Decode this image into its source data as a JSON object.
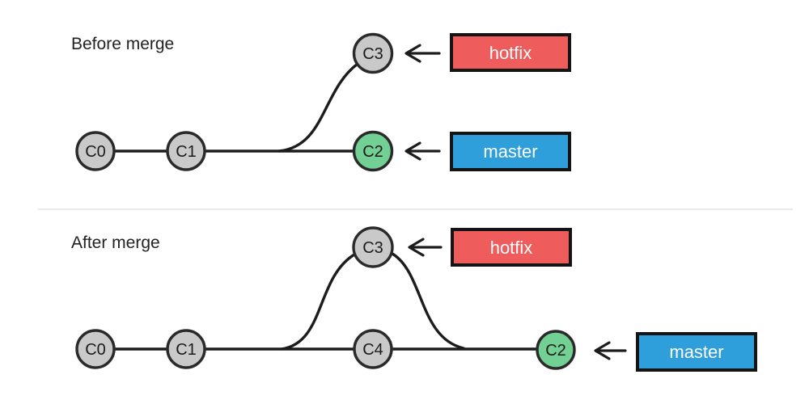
{
  "colors": {
    "commit_gray": "#c9c9c9",
    "commit_green": "#72d094",
    "hotfix_red": "#ee5c5c",
    "master_blue": "#2e9fdb",
    "branch_text": "#ffffff"
  },
  "before": {
    "title": "Before merge",
    "commits": {
      "c0": "C0",
      "c1": "C1",
      "c2": "C2",
      "c3": "C3"
    },
    "branches": {
      "hotfix": {
        "label": "hotfix",
        "points_to": "C3"
      },
      "master": {
        "label": "master",
        "points_to": "C2"
      }
    }
  },
  "after": {
    "title": "After merge",
    "commits": {
      "c0": "C0",
      "c1": "C1",
      "c2": "C2",
      "c3": "C3",
      "c4": "C4"
    },
    "branches": {
      "hotfix": {
        "label": "hotfix",
        "points_to": "C3"
      },
      "master": {
        "label": "master",
        "points_to": "C2"
      }
    }
  }
}
